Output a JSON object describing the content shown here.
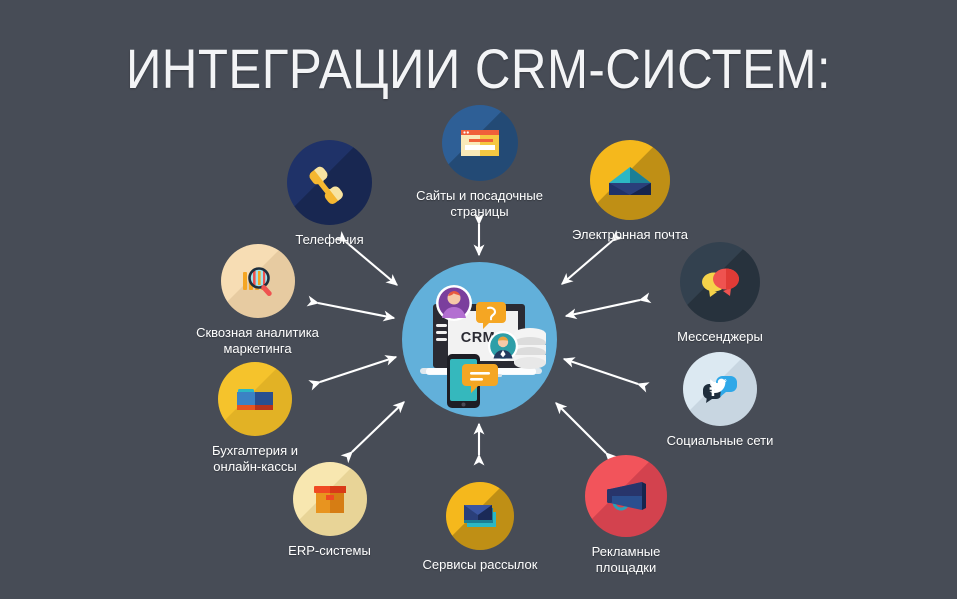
{
  "page": {
    "title": "ИНТЕГРАЦИИ CRM-СИСТЕМ:",
    "background_color": "#474c56",
    "label_color": "#ffffff",
    "title_color": "#f3f4f6",
    "arrow_color": "#ffffff"
  },
  "hub": {
    "name": "crm-hub",
    "screen_text": "CRM",
    "circle_color": "#62b0da",
    "laptop_body_color": "#2b2b33",
    "screen_color": "#f2f2f2",
    "phone_color": "#35b8bd",
    "bubble_color": "#f5a623",
    "avatar_left_color": "#7b3f9d",
    "avatar_right_color": "#2e9fa8",
    "database_color": "#e3e3e3"
  },
  "nodes": [
    {
      "id": "telephony",
      "label": "Телефония",
      "icon": "phone-handset-icon",
      "circle_color": "#1f3268",
      "accent_color": "#f5b731",
      "accent_color_2": "#f7e3a1"
    },
    {
      "id": "websites",
      "label": "Сайты и посадочные\nстраницы",
      "icon": "browser-window-icon",
      "circle_color": "#2e5f96",
      "accent_color": "#f5c842",
      "accent_color_2": "#f9e9b8"
    },
    {
      "id": "email",
      "label": "Электронная почта",
      "icon": "envelope-icon",
      "circle_color": "#f5b81c",
      "accent_color": "#1f3268",
      "accent_color_2": "#2cb7c4"
    },
    {
      "id": "messengers",
      "label": "Мессенджеры",
      "icon": "chat-bubbles-icon",
      "circle_color": "#33414f",
      "accent_color": "#ef5350",
      "accent_color_2": "#f5d24a"
    },
    {
      "id": "social",
      "label": "Социальные сети",
      "icon": "social-bubbles-icon",
      "circle_color": "#dce9f2",
      "accent_color": "#2fa8e8",
      "accent_color_2": "#1f2e3d"
    },
    {
      "id": "ads",
      "label": "Рекламные\nплощадки",
      "icon": "megaphone-icon",
      "circle_color": "#f2545b",
      "accent_color": "#1f3268",
      "accent_color_2": "#2b9fb5"
    },
    {
      "id": "mailing",
      "label": "Сервисы рассылок",
      "icon": "stacked-envelopes-icon",
      "circle_color": "#f5b81c",
      "accent_color": "#28356b",
      "accent_color_2": "#2cb7c4"
    },
    {
      "id": "erp",
      "label": "ERP-системы",
      "icon": "box-package-icon",
      "circle_color": "#f8e7b0",
      "accent_color": "#e8941f",
      "accent_color_2": "#f04a23"
    },
    {
      "id": "accounting",
      "label": "Бухгалтерия и\nонлайн-кассы",
      "icon": "ledger-book-icon",
      "circle_color": "#f5c32c",
      "accent_color": "#2a4f8f",
      "accent_color_2": "#c0392b"
    },
    {
      "id": "analytics",
      "label": "Сквозная аналитика\nмаркетинга",
      "icon": "chart-magnifier-icon",
      "circle_color": "#f7ddb4",
      "accent_color": "#f5a623",
      "accent_color_2": "#ef5350"
    }
  ],
  "connectors": {
    "name": "double-headed-arrow",
    "count": 10,
    "style": "bidirectional"
  }
}
